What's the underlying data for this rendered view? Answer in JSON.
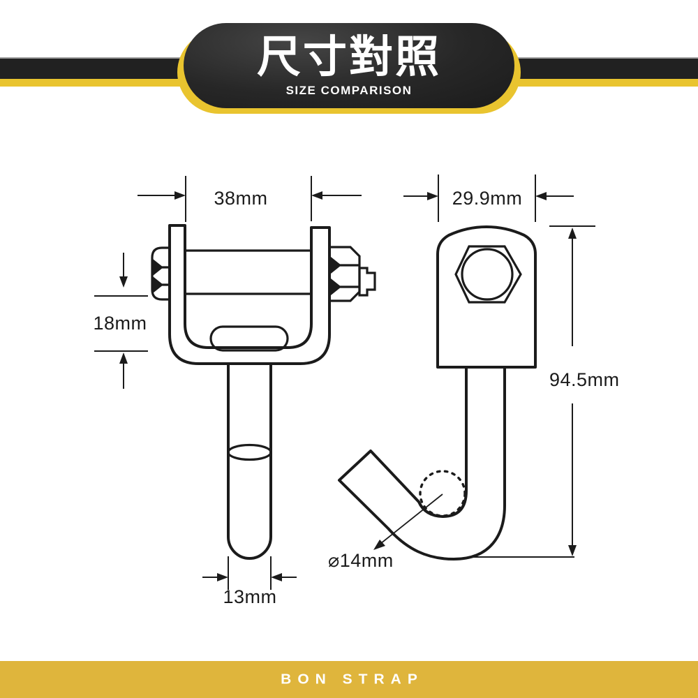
{
  "banner": {
    "title": "尺寸對照",
    "subtitle": "SIZE COMPARISON"
  },
  "footer": {
    "brand": "BON STRAP"
  },
  "colors": {
    "banner_black": "#212121",
    "banner_yellow": "#E9C42F",
    "footer_yellow": "#DFB53C",
    "line_color": "#1B1B1B"
  },
  "diagram": {
    "front_view": {
      "width_label": "38mm",
      "side_height_label": "18mm",
      "pin_width_label": "13mm"
    },
    "side_view": {
      "width_label": "29.9mm",
      "height_label": "94.5mm",
      "hook_diameter_label": "⌀14mm"
    }
  }
}
